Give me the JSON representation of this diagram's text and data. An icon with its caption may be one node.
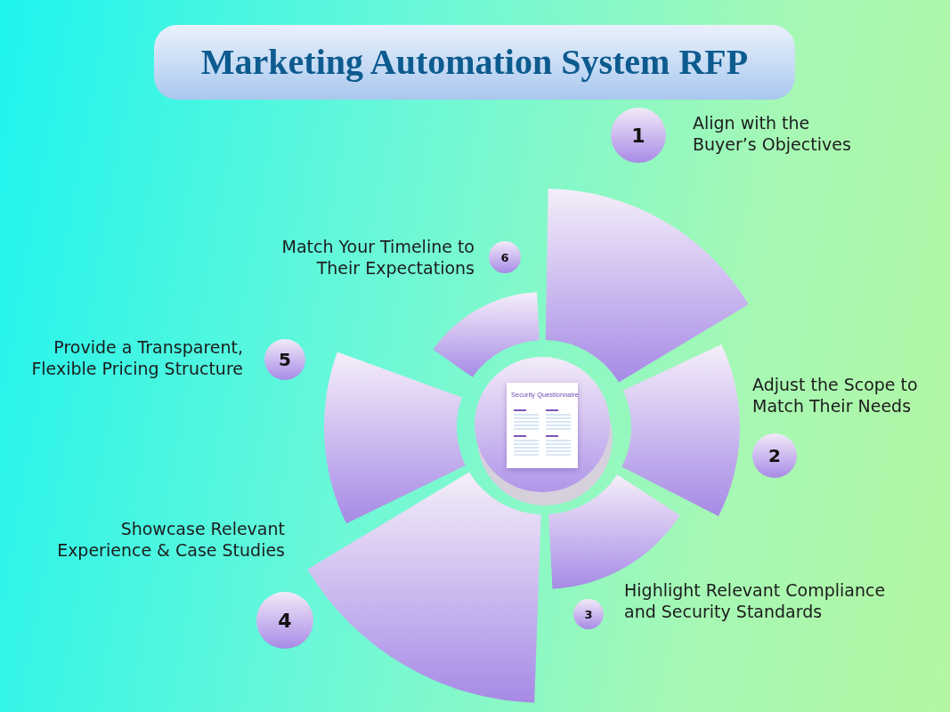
{
  "diagram": {
    "title": "Marketing Automation System RFP",
    "nodes": [
      {
        "text": [
          "1"
        ],
        "beside": [
          "Align with the Buyer’s Objectives"
        ]
      },
      {
        "text": [
          "2"
        ],
        "beside": [
          "Adjust the Scope to Match Their Needs"
        ]
      },
      {
        "text": [
          "3"
        ],
        "beside": [
          "Highlight Relevant Compliance and Security Standards"
        ]
      },
      {
        "text": [
          "4"
        ],
        "beside": [
          "Showcase Relevant Experience & Case Studies"
        ]
      },
      {
        "text": [
          "5"
        ],
        "beside": [
          "Provide a Transparent, Flexible Pricing Structure"
        ]
      },
      {
        "text": [
          "6"
        ],
        "beside": [
          "Match Your Timeline to Their Expectations"
        ]
      }
    ],
    "labels": [
      "Security Questionnaire"
    ]
  }
}
